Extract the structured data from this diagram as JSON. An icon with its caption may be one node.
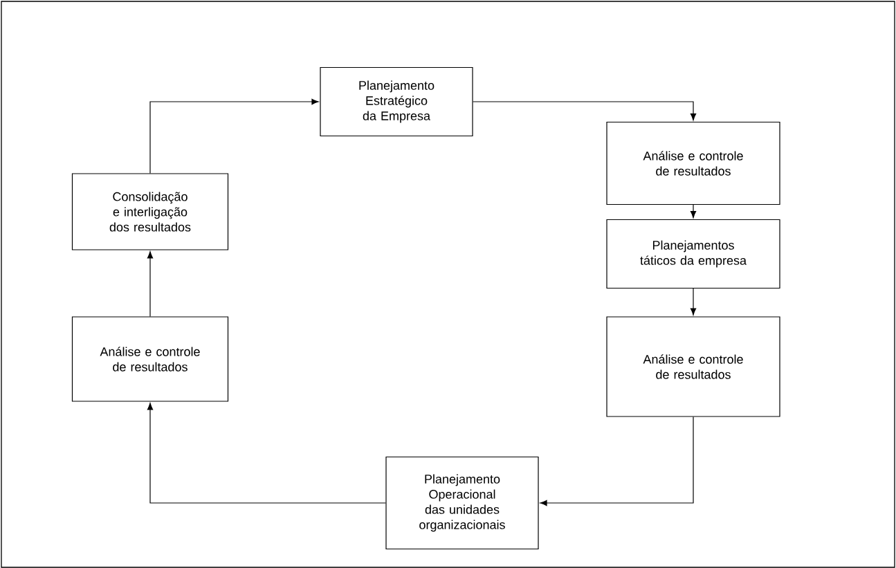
{
  "diagram": {
    "nodes": [
      {
        "text": [
          "Planejamento Estratégico da Empresa"
        ]
      },
      {
        "text": [
          "Análise e controle de resultados"
        ]
      },
      {
        "text": [
          "Planejamentos táticos da empresa"
        ]
      },
      {
        "text": [
          "Análise e controle de resultados"
        ]
      },
      {
        "text": [
          "Planejamento Operacional das unidades organizacionais"
        ]
      },
      {
        "text": [
          "Análise e controle de resultados"
        ]
      },
      {
        "text": [
          "Consolidação e interligação dos resultados"
        ]
      }
    ],
    "edges": [
      {
        "from": 0,
        "to": 1,
        "arrow": "to"
      },
      {
        "from": 1,
        "to": 2,
        "arrow": "to"
      },
      {
        "from": 2,
        "to": 3,
        "arrow": "to"
      },
      {
        "from": 3,
        "to": 4,
        "arrow": "to"
      },
      {
        "from": 4,
        "to": 5,
        "arrow": "to"
      },
      {
        "from": 5,
        "to": 6,
        "arrow": "to"
      },
      {
        "from": 6,
        "to": 0,
        "arrow": "to"
      }
    ]
  }
}
